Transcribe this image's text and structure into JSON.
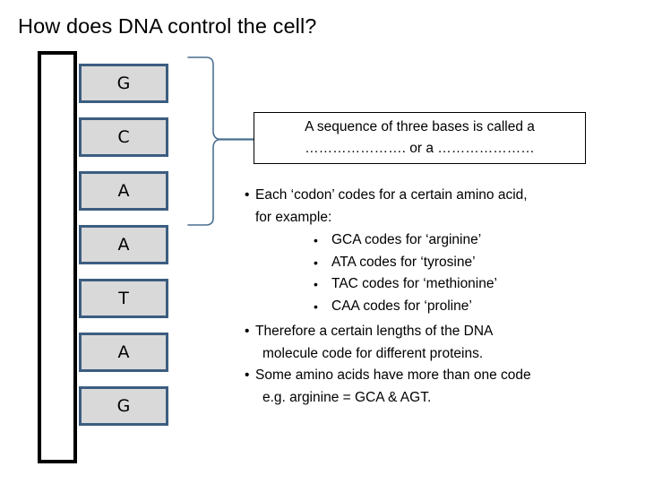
{
  "slide": {
    "title": "How does DNA control the cell?",
    "background_color": "#ffffff"
  },
  "dna_strand": {
    "label": "dna-backbone",
    "stroke_color": "#000000"
  },
  "base_boxes": {
    "fill_color": "#d9d9d9",
    "border_color": "#3c5d80",
    "bases": [
      {
        "letter": "G"
      },
      {
        "letter": "C"
      },
      {
        "letter": "A"
      },
      {
        "letter": "A"
      },
      {
        "letter": "T"
      },
      {
        "letter": "A"
      },
      {
        "letter": "G"
      }
    ]
  },
  "brace": {
    "color": "#4a6f8f",
    "spans_bases": "G, C, A"
  },
  "callout": {
    "line1": "A sequence of three bases is called a",
    "line2": "…………………. or a …………………",
    "border_color": "#000000"
  },
  "body": {
    "bullet_codon_line1": "Each ‘codon’ codes for a certain amino acid,",
    "bullet_codon_line2": "for example:",
    "codon_examples": [
      "GCA codes for ‘arginine’",
      "ATA codes for ‘tyrosine’",
      "TAC codes for ‘methionine’",
      "CAA codes for ‘proline’"
    ],
    "bullet_proteins_line1": "Therefore a certain lengths of the DNA",
    "bullet_proteins_line2": "molecule code for different proteins.",
    "bullet_multicode_line1": "Some amino acids have more than one code",
    "bullet_multicode_line2": "e.g. arginine = GCA & AGT."
  }
}
